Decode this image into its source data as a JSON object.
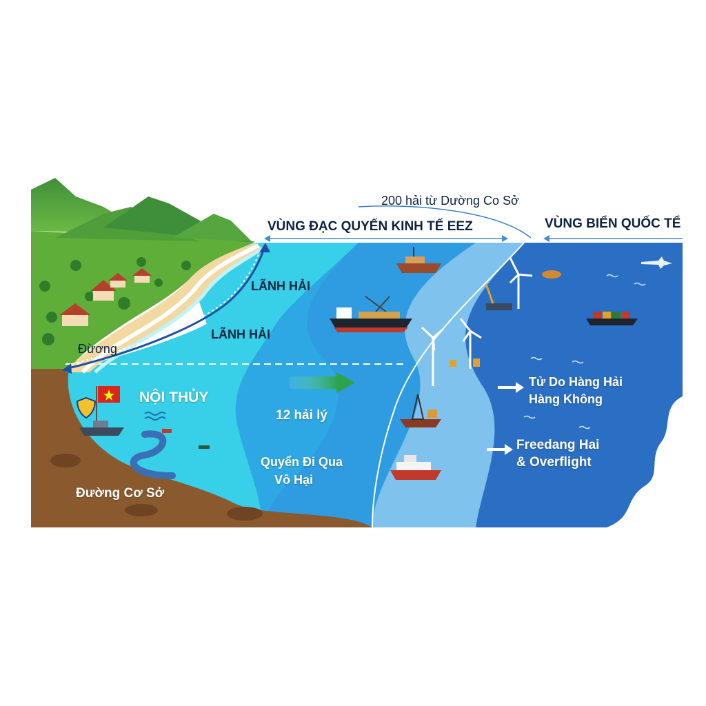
{
  "header": {
    "arc_label": "200 hải từ Dường Co Sở",
    "eez_title": "VÙNG ĐẠC QUYẾN KINH TẾ EEZ",
    "international_title": "VÙNG BIỂN QUỐC TỂ"
  },
  "zones": {
    "territorial_label_1": "LÃNH HẢI",
    "territorial_label_2": "LÃNH HẢI",
    "baseline_short": "Đừơng",
    "internal_waters": "NỘI THỦY",
    "baseline_full": "Đường Cơ Sở",
    "twelve_nm": "12 hải lý",
    "innocent_passage_line1": "Quyển Đi Qua",
    "innocent_passage_line2": "Vô Hại",
    "freedom_vi_line1": "Tử Do Hàng Hải",
    "freedom_vi_line2": "Hàng Không",
    "freedom_en_line1": "Freedang Hai",
    "freedom_en_line2": "& Overflight"
  },
  "colors": {
    "internal_water": "#3fd0e6",
    "territorial_sea": "#2fa6e0",
    "eez": "#7fc2ee",
    "high_seas": "#2a6fc4",
    "land": "#8a5a2e",
    "grass": "#5fae3a",
    "flag_red": "#da251d",
    "flag_star": "#ffff00"
  }
}
